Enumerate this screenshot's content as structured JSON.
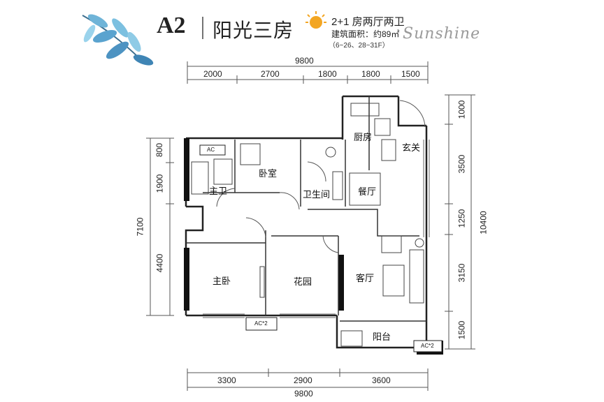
{
  "title": {
    "code": "A2",
    "name": "阳光三房",
    "layout_type": "2+1 房两厅两卫",
    "area": "建筑面积：约89㎡",
    "floors": "（6~26、28~31F）",
    "script_word": "Sunshine"
  },
  "dimensions": {
    "top_total": "9800",
    "top_segments": [
      "2000",
      "2700",
      "1800",
      "1800",
      "1500"
    ],
    "bottom_segments": [
      "3300",
      "2900",
      "3600"
    ],
    "bottom_total": "9800",
    "left_segments": [
      "800",
      "1900",
      "4400"
    ],
    "left_total": "7100",
    "right_segments": [
      "1000",
      "3500",
      "1250",
      "3150",
      "1500"
    ],
    "right_total": "10400"
  },
  "rooms": {
    "kitchen": "厨房",
    "entrance": "玄关",
    "bedroom": "卧室",
    "master_bath": "主卫",
    "bathroom": "卫生间",
    "dining": "餐厅",
    "master_bedroom": "主卧",
    "garden": "花园",
    "living": "客厅",
    "balcony": "阳台"
  },
  "ac_labels": {
    "top": "AC",
    "bottom_left": "AC*2",
    "bottom_right": "AC*2"
  },
  "colors": {
    "leaf": "#6fb4d8",
    "leaf_dark": "#2f6f9a",
    "sun": "#f3a623",
    "wall": "#111111",
    "line": "#444444"
  }
}
